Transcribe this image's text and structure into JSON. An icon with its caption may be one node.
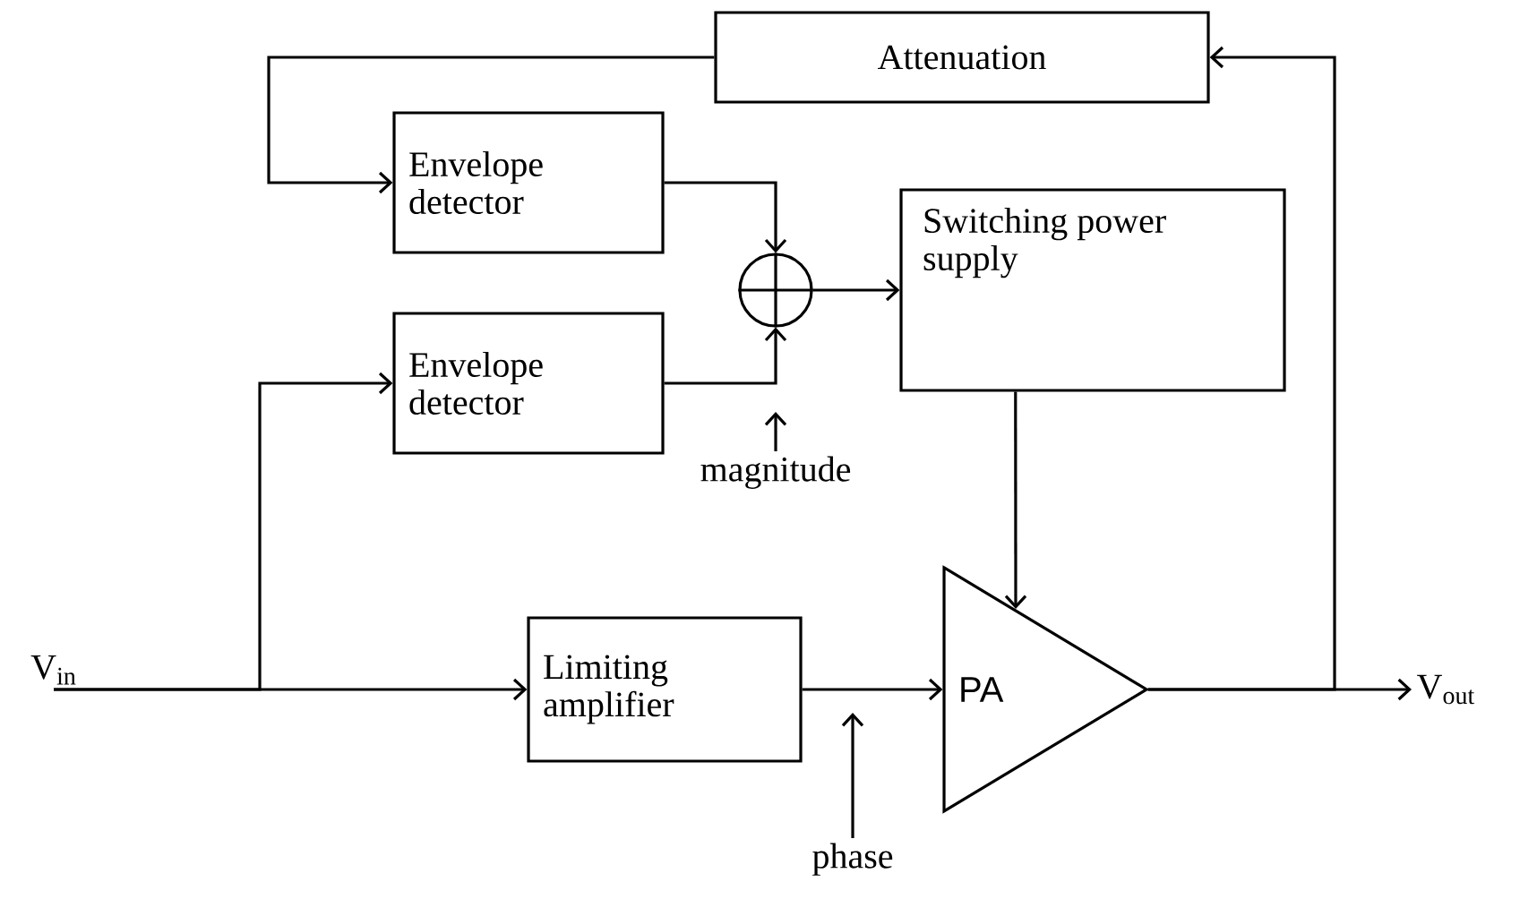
{
  "diagram": {
    "nodes": [
      {
        "text": [
          "Attenuation"
        ]
      },
      {
        "text": [
          "Envelope detector"
        ]
      },
      {
        "text": [
          "Envelope detector"
        ]
      },
      {
        "text": [],
        "shape": "circle"
      },
      {
        "text": [
          "Switching power supply"
        ]
      },
      {
        "text": [
          "V$_{in}$"
        ]
      },
      {
        "text": [
          "Limiting amplifier"
        ]
      },
      {
        "text": [
          "PA"
        ]
      },
      {
        "text": [
          "V$_{out}$"
        ]
      },
      {
        "text": [
          "magnitude"
        ]
      },
      {
        "text": [
          "phase"
        ]
      }
    ],
    "edges": [
      {
        "from": 5,
        "to": 6,
        "arrow": "to"
      },
      {
        "from": 5,
        "to": 2,
        "arrow": "to"
      },
      {
        "from": 6,
        "to": 7,
        "arrow": "to"
      },
      {
        "from": 7,
        "to": 8,
        "arrow": "to"
      },
      {
        "from": 7,
        "to": 0,
        "arrow": "to"
      },
      {
        "from": 0,
        "to": 1,
        "arrow": "to"
      },
      {
        "from": 1,
        "to": 3,
        "arrow": "to"
      },
      {
        "from": 2,
        "to": 3,
        "arrow": "to"
      },
      {
        "from": 3,
        "to": 4,
        "arrow": "to"
      },
      {
        "from": 4,
        "to": 7,
        "arrow": "to"
      },
      {
        "from": 9,
        "to": null,
        "arrow": "to"
      },
      {
        "from": 10,
        "to": null,
        "arrow": "to"
      }
    ]
  }
}
